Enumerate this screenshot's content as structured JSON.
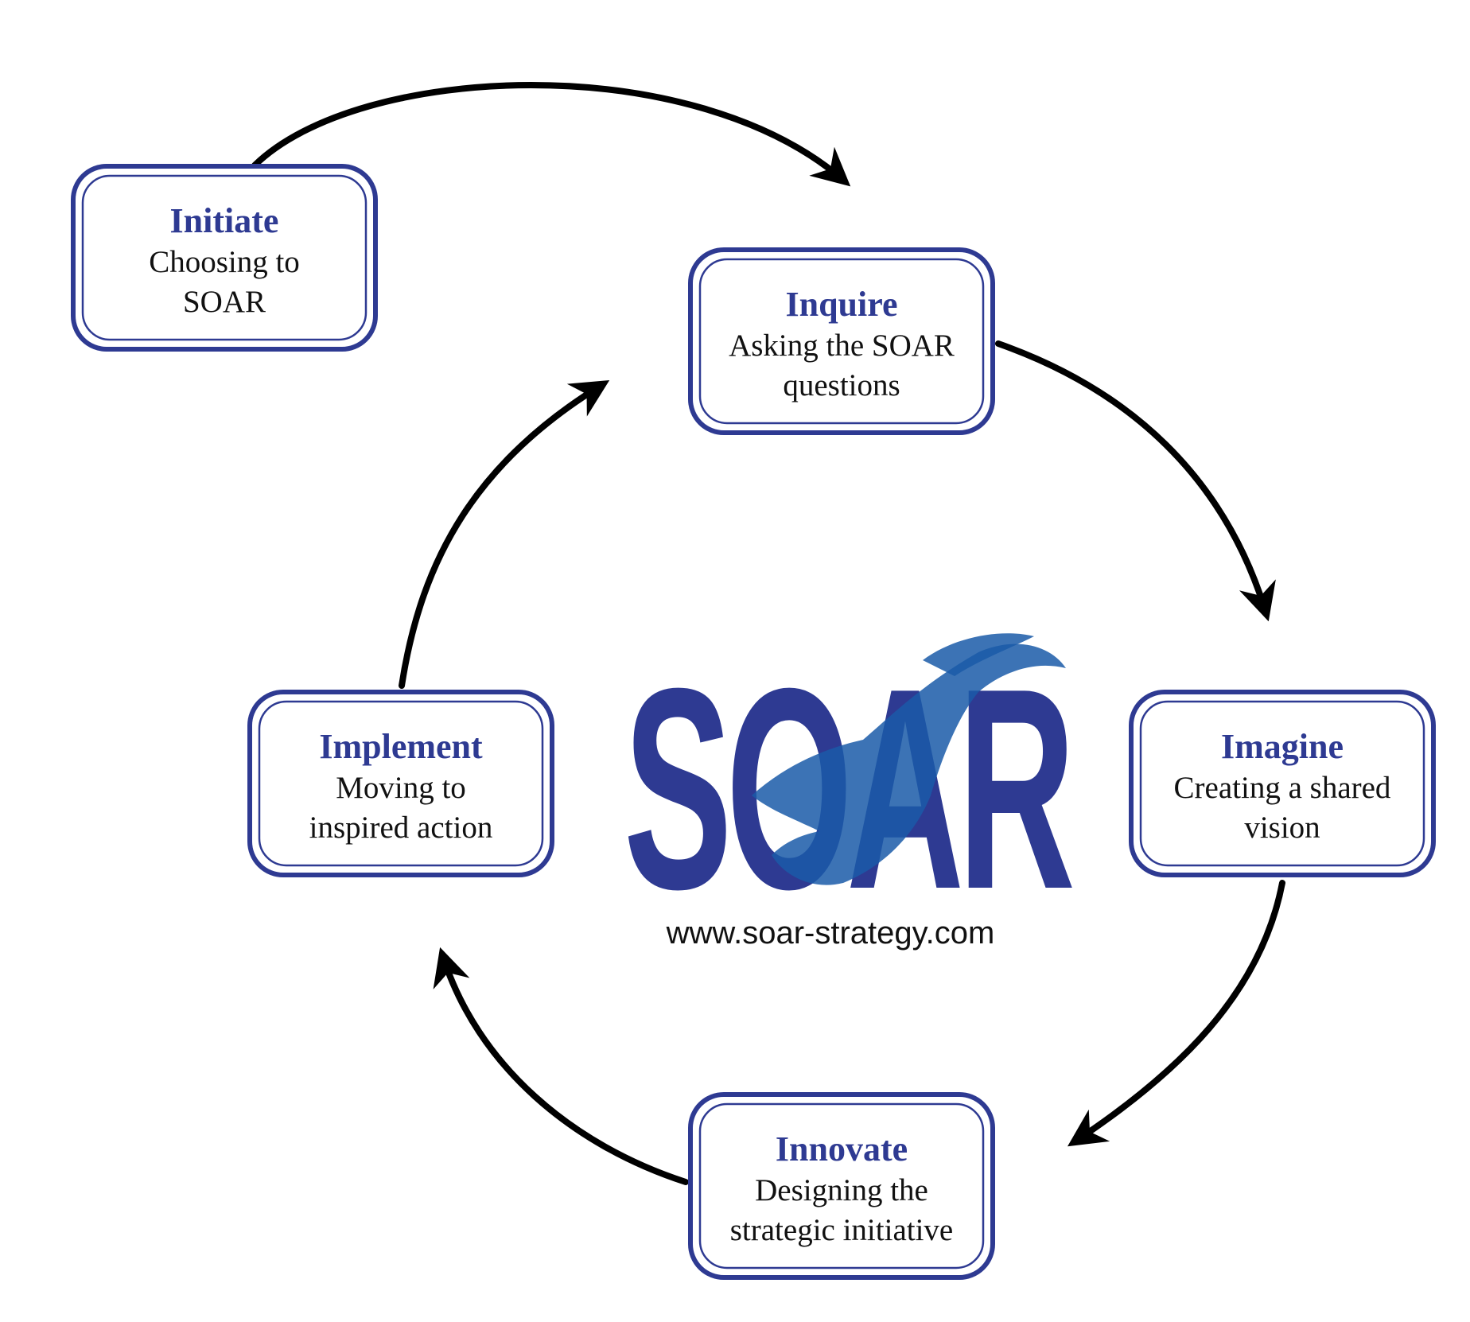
{
  "logo": {
    "text": "SOAR",
    "url": "www.soar-strategy.com",
    "primary_color": "#2e3a92",
    "secondary_color": "#1a5aa8",
    "icon": "eagle-icon"
  },
  "colors": {
    "box_border": "#2e3a92",
    "title_text": "#2e3a92",
    "arrow": "#000000"
  },
  "stages": [
    {
      "id": "initiate",
      "title": "Initiate",
      "lines": [
        "Choosing to",
        "SOAR"
      ]
    },
    {
      "id": "inquire",
      "title": "Inquire",
      "lines": [
        "Asking the SOAR",
        "questions"
      ]
    },
    {
      "id": "imagine",
      "title": "Imagine",
      "lines": [
        "Creating a shared",
        "vision"
      ]
    },
    {
      "id": "innovate",
      "title": "Innovate",
      "lines": [
        "Designing the",
        "strategic initiative"
      ]
    },
    {
      "id": "implement",
      "title": "Implement",
      "lines": [
        "Moving to",
        "inspired action"
      ]
    }
  ],
  "flow": [
    [
      "initiate",
      "inquire"
    ],
    [
      "inquire",
      "imagine"
    ],
    [
      "imagine",
      "innovate"
    ],
    [
      "innovate",
      "implement"
    ],
    [
      "implement",
      "inquire"
    ]
  ]
}
